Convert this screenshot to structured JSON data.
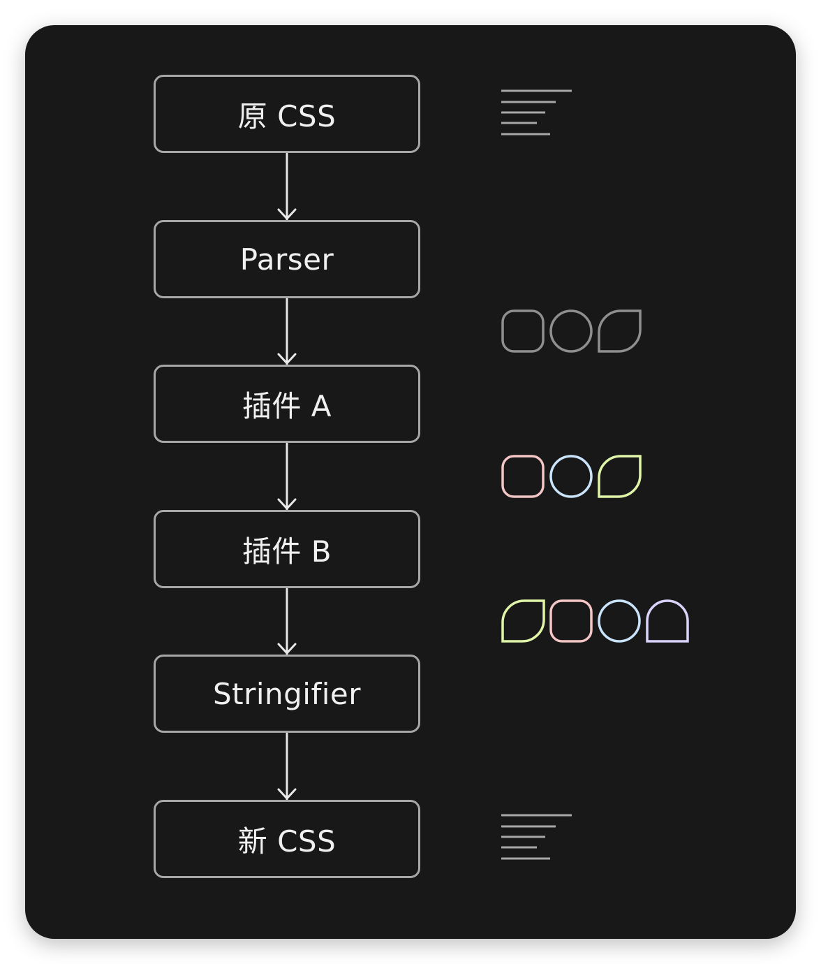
{
  "steps": [
    {
      "label": "原 CSS"
    },
    {
      "label": "Parser"
    },
    {
      "label": "插件 A"
    },
    {
      "label": "插件 B"
    },
    {
      "label": "Stringifier"
    },
    {
      "label": "新 CSS"
    }
  ],
  "colors": {
    "background": "#181818",
    "page": "#ffffff",
    "box_border": "#a7a7a7",
    "text": "#f0f0f0",
    "arrow": "#e8e8e8",
    "shape_gray": "#8f8f8f",
    "shape_pink": "#f4c6c6",
    "shape_blue": "#c9e4fb",
    "shape_green": "#dff5a8",
    "shape_lavender": "#d9d4fb"
  },
  "shape_rows": [
    {
      "name": "ast-after-parser",
      "shapes": [
        "rounded-square",
        "circle",
        "leaf"
      ],
      "colors": [
        "gray",
        "gray",
        "gray"
      ]
    },
    {
      "name": "ast-after-plugin-a",
      "shapes": [
        "rounded-square",
        "circle",
        "leaf"
      ],
      "colors": [
        "pink",
        "blue",
        "green"
      ]
    },
    {
      "name": "ast-after-plugin-b",
      "shapes": [
        "leaf",
        "rounded-square",
        "circle",
        "arch"
      ],
      "colors": [
        "green",
        "pink",
        "blue",
        "lavender"
      ]
    }
  ],
  "icons": [
    "text-lines-icon",
    "text-lines-icon"
  ]
}
